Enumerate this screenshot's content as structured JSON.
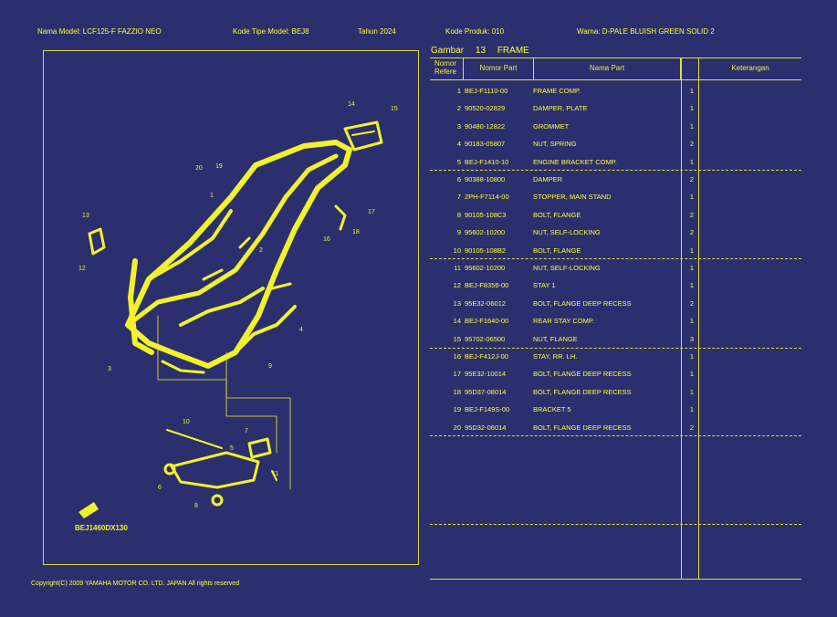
{
  "header": {
    "model_name": "Nama Model:  LCF125-F FAZZIO NEO",
    "model_type_code": "Kode Tipe Model:  BEJ8",
    "year": "Tahun  2024",
    "product_code": "Kode Produk:  010",
    "color": "Warna:  D-PALE BLUISH GREEN SOLID 2"
  },
  "figure": {
    "label": "Gambar",
    "number": "13",
    "name": "FRAME",
    "diagram_code": "BEJ1460DX130",
    "callouts": [
      "1",
      "2",
      "3",
      "4",
      "5",
      "6",
      "7",
      "8",
      "9",
      "10",
      "11",
      "12",
      "13",
      "14",
      "15",
      "16",
      "17",
      "18",
      "19",
      "20"
    ]
  },
  "table": {
    "headers": {
      "ref_line1": "Nomor",
      "ref_line2": "Refere",
      "part_no": "Nomor Part",
      "part_name": "Nama Part",
      "qty": "",
      "remark": "Keterangan"
    },
    "rows": [
      {
        "ref": "1",
        "part_no": "BEJ-F1110-00",
        "name": "FRAME COMP.",
        "qty": "1"
      },
      {
        "ref": "2",
        "part_no": "90520-02829",
        "name": "DAMPER, PLATE",
        "qty": "1"
      },
      {
        "ref": "3",
        "part_no": "90480-12822",
        "name": "GROMMET",
        "qty": "1"
      },
      {
        "ref": "4",
        "part_no": "90183-05807",
        "name": "NUT, SPRING",
        "qty": "2"
      },
      {
        "ref": "5",
        "part_no": "BEJ-F1410-10",
        "name": "ENGINE BRACKET COMP.",
        "qty": "1"
      },
      {
        "ref": "6",
        "part_no": "90388-10800",
        "name": "DAMPER",
        "qty": "2"
      },
      {
        "ref": "7",
        "part_no": "2PH-F7114-00",
        "name": "STOPPER, MAIN STAND",
        "qty": "1"
      },
      {
        "ref": "8",
        "part_no": "90105-108C3",
        "name": "BOLT, FLANGE",
        "qty": "2"
      },
      {
        "ref": "9",
        "part_no": "95602-10200",
        "name": "NUT, SELF-LOCKING",
        "qty": "2"
      },
      {
        "ref": "10",
        "part_no": "90105-108B2",
        "name": "BOLT, FLANGE",
        "qty": "1"
      },
      {
        "ref": "11",
        "part_no": "95602-10200",
        "name": "NUT, SELF-LOCKING",
        "qty": "1"
      },
      {
        "ref": "12",
        "part_no": "BEJ-F8356-00",
        "name": "STAY 1",
        "qty": "1"
      },
      {
        "ref": "13",
        "part_no": "95E32-06012",
        "name": "BOLT, FLANGE DEEP RECESS",
        "qty": "2"
      },
      {
        "ref": "14",
        "part_no": "BEJ-F1640-00",
        "name": "REAR STAY COMP.",
        "qty": "1"
      },
      {
        "ref": "15",
        "part_no": "95702-06500",
        "name": "NUT, FLANGE",
        "qty": "3"
      },
      {
        "ref": "16",
        "part_no": "BEJ-F412J-00",
        "name": "STAY, RR. LH.",
        "qty": "1"
      },
      {
        "ref": "17",
        "part_no": "95E32-10014",
        "name": "BOLT, FLANGE DEEP RECESS",
        "qty": "1"
      },
      {
        "ref": "18",
        "part_no": "95D37-08014",
        "name": "BOLT, FLANGE DEEP RECESS",
        "qty": "1"
      },
      {
        "ref": "19",
        "part_no": "BEJ-F149S-00",
        "name": "BRACKET 5",
        "qty": "1"
      },
      {
        "ref": "20",
        "part_no": "95D32-06014",
        "name": "BOLT, FLANGE DEEP RECESS",
        "qty": "2"
      }
    ]
  },
  "footer": {
    "copyright": "Copyright(C) 2009 YAMAHA MOTOR CO. LTD. JAPAN All rights reserved"
  },
  "colors": {
    "background": "#2b2f6e",
    "foreground": "#f2f22a"
  }
}
